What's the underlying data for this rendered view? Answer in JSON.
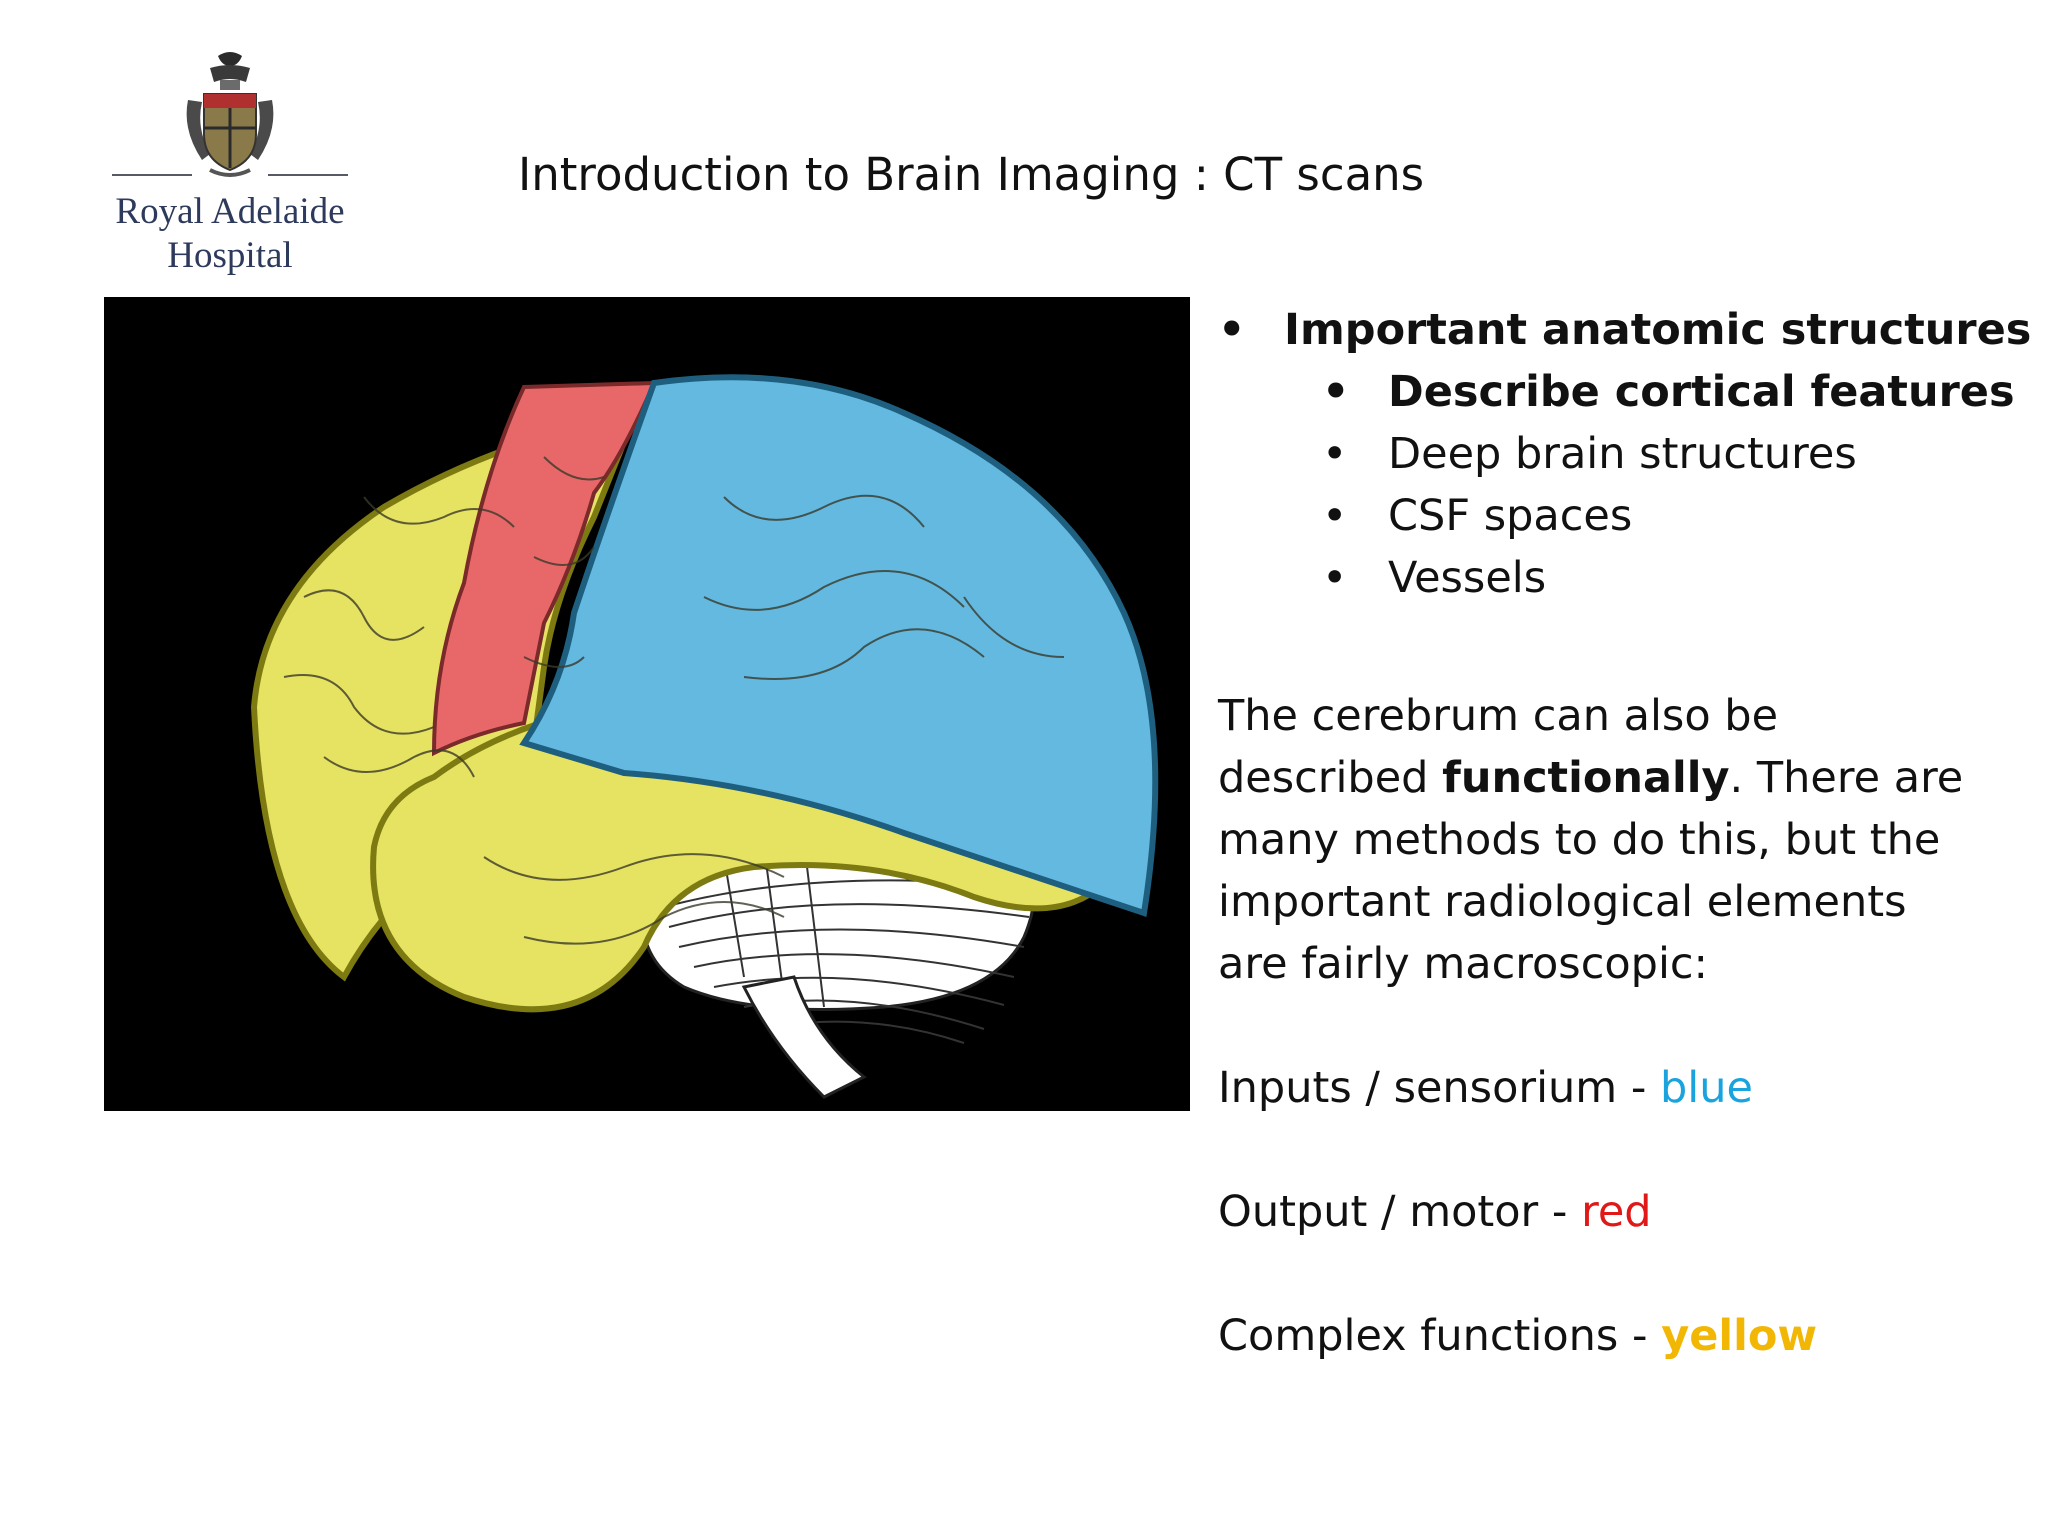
{
  "logo": {
    "name_line1": "Royal Adelaide",
    "name_line2": "Hospital"
  },
  "title": "Introduction to Brain Imaging : CT scans",
  "bullets": {
    "main": "Important anatomic structures",
    "sub": [
      "Describe cortical features",
      "Deep brain structures",
      "CSF spaces",
      "Vessels"
    ],
    "bullet_char": "•"
  },
  "paragraph": {
    "line1": "The cerebrum can also be",
    "line2_pre": "described ",
    "line2_bold": "functionally",
    "line2_post": ". There are",
    "line3": "many methods to do this, but the",
    "line4": "important radiological elements",
    "line5": "are fairly macroscopic:"
  },
  "legend": {
    "inputs_label": "Inputs / sensorium - ",
    "inputs_color_word": "blue",
    "output_label": "Output / motor - ",
    "output_color_word": "red",
    "complex_label": "Complex functions - ",
    "complex_color_word": "yellow"
  },
  "colors": {
    "complex_yellow": "#e6e262",
    "motor_red": "#e8686a",
    "sensory_blue": "#63b9e0",
    "blue_text": "#1aa3dd",
    "red_text": "#e01818",
    "yellow_text": "#f2b705"
  },
  "figure": {
    "icon": "brain-lateral-view-diagram"
  }
}
